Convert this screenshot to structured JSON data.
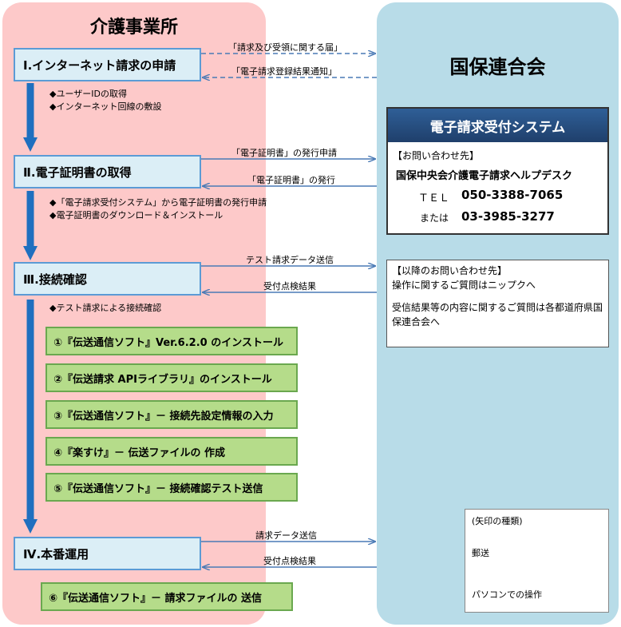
{
  "left_panel": {
    "title": "介護事業所"
  },
  "right_panel": {
    "title": "国保連合会"
  },
  "steps": [
    {
      "label": "Ⅰ.インターネット請求の申請"
    },
    {
      "label": "Ⅱ.電子証明書の取得"
    },
    {
      "label": "Ⅲ.接続確認"
    },
    {
      "label": "Ⅳ.本番運用"
    }
  ],
  "notes": {
    "step1": [
      "◆ユーザーIDの取得",
      "◆インターネット回線の敷設"
    ],
    "step2": [
      "◆「電子請求受付システム」から電子証明書の発行申請",
      "◆電子証明書のダウンロード＆インストール"
    ],
    "step3": [
      "◆テスト請求による接続確認"
    ]
  },
  "substeps": [
    {
      "label": "①『伝送通信ソフト』Ver.6.2.0 のインストール"
    },
    {
      "label": "②『伝送請求 APIライブラリ』のインストール"
    },
    {
      "label": "③『伝送通信ソフト』－ 接続先設定情報の入力"
    },
    {
      "label": "④『楽すけ』－ 伝送ファイルの 作成"
    },
    {
      "label": "⑤『伝送通信ソフト』－ 接続確認テスト送信"
    },
    {
      "label": "⑥『伝送通信ソフト』－ 請求ファイルの 送信"
    }
  ],
  "arrows": {
    "a1": "「請求及び受領に関する届」",
    "a2": "「電子請求登録結果通知」",
    "a3": "「電子証明書」の発行申請",
    "a4": "「電子証明書」の発行",
    "a5": "テスト請求データ送信",
    "a6": "受付点検結果",
    "a7": "請求データ送信",
    "a8": "受付点検結果"
  },
  "system_box": {
    "header": "電子請求受付システム",
    "inquiry": "【お問い合わせ先】",
    "helpdesk": "国保中央会介護電子請求ヘルプデスク",
    "tel_label": "ＴＥＬ",
    "tel": "050-3388-7065",
    "or_label": "または",
    "tel2": "03-3985-3277"
  },
  "contact_box": {
    "heading": "【以降のお問い合わせ先】",
    "line1": "操作に関するご質問はニップクへ",
    "line2": "受信結果等の内容に関するご質問は各都道府県国保連合会へ"
  },
  "legend": {
    "title": "(矢印の種類)",
    "dashed": "郵送",
    "solid": "パソコンでの操作"
  },
  "colors": {
    "left_panel": "#fdc9c9",
    "right_panel": "#b8dce8",
    "step_fill": "#dbeef6",
    "step_border": "#5b9bd5",
    "substep_fill": "#b5dc8a",
    "flow_arrow": "#1f6fbf",
    "system_header": "#1f3f6b"
  }
}
